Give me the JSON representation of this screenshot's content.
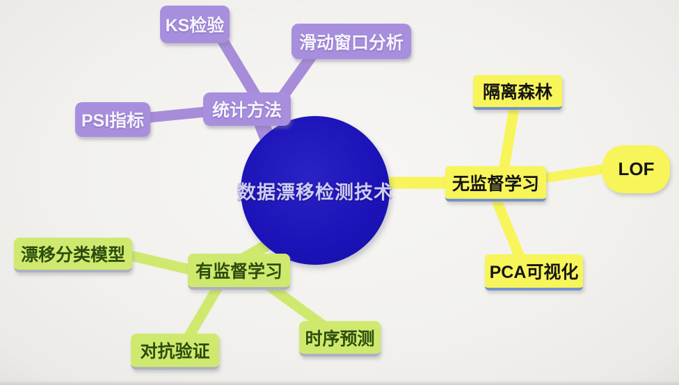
{
  "center": {
    "label": "数据漂移检测技术"
  },
  "branches": [
    {
      "id": "statistical-methods",
      "label": "统计方法",
      "color": "#a88fdd",
      "children": [
        {
          "id": "ks-test",
          "label": "KS检验"
        },
        {
          "id": "sliding-window-analysis",
          "label": "滑动窗口分析"
        },
        {
          "id": "psi-indicator",
          "label": "PSI指标"
        }
      ]
    },
    {
      "id": "unsupervised-learning",
      "label": "无监督学习",
      "color": "#f7f559",
      "children": [
        {
          "id": "isolation-forest",
          "label": "隔离森林"
        },
        {
          "id": "lof",
          "label": "LOF"
        },
        {
          "id": "pca-visualization",
          "label": "PCA可视化"
        }
      ]
    },
    {
      "id": "supervised-learning",
      "label": "有监督学习",
      "color": "#cfe96f",
      "children": [
        {
          "id": "drift-classification-model",
          "label": "漂移分类模型"
        },
        {
          "id": "adversarial-validation",
          "label": "对抗验证"
        },
        {
          "id": "time-series-forecast",
          "label": "时序预测"
        }
      ]
    }
  ],
  "colors": {
    "center_fill": "#1b13b7",
    "center_text": "#cfcbf2",
    "purple_fill": "#a88fdd",
    "purple_text": "#f6f4fd",
    "yellow_fill": "#f7f559",
    "yellow_underline": "#7492cb",
    "green_fill": "#cfe96f",
    "green_text": "#2c4d0e",
    "background": "#f2f1ee"
  }
}
